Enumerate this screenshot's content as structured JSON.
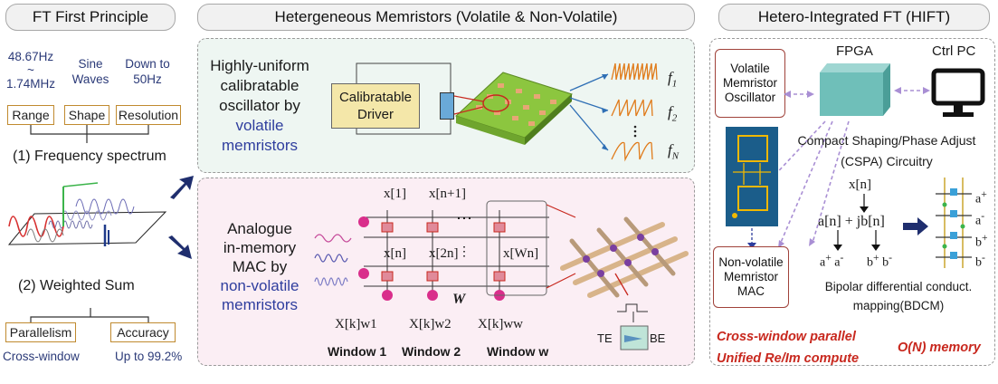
{
  "left": {
    "header": "FT First Principle",
    "freq_range": "48.67Hz\n~\n1.74MHz",
    "sine": "Sine\nWaves",
    "down_to": "Down to\n50Hz",
    "boxes": [
      "Range",
      "Shape",
      "Resolution"
    ],
    "label1": "(1) Frequency spectrum",
    "label2": "(2) Weighted Sum",
    "boxes2": [
      "Parallelism",
      "Accuracy"
    ],
    "cross_window": "Cross-window",
    "up_to": "Up to 99.2%"
  },
  "middle": {
    "header": "Hetergeneous Memristors (Volatile & Non-Volatile)",
    "top_text_lines": [
      "Highly-uniform",
      "calibratable",
      "oscillator by"
    ],
    "top_text_blue": [
      "volatile",
      "memristors"
    ],
    "driver": "Calibratable\nDriver",
    "f_labels": [
      "f",
      "f",
      "f"
    ],
    "f_subs": [
      "1",
      "2",
      "N"
    ],
    "bottom_text_lines": [
      "Analogue",
      "in-memory",
      "MAC by"
    ],
    "bottom_text_blue": [
      "non-volatile",
      "memristors"
    ],
    "x_top": [
      "x[1]",
      "x[n+1]",
      "x[n]",
      "x[2n]",
      "x[Wn]"
    ],
    "w_label": "W",
    "outputs": [
      "X[k]w1",
      "X[k]w2",
      "X[k]ww"
    ],
    "windows": [
      "Window 1",
      "Window 2",
      "Window w"
    ],
    "te": "TE",
    "be": "BE"
  },
  "right": {
    "header": "Hetero-Integrated FT (HIFT)",
    "volatile_box": "Volatile\nMemristor\nOscillator",
    "fpga": "FPGA",
    "ctrl_pc": "Ctrl PC",
    "cspa": "Compact Shaping/Phase Adjust\n(CSPA) Circuitry",
    "xn": "x[n]",
    "an_bn": "a[n] + jb[n]",
    "ab_labels": [
      "a+",
      "a-",
      "b+",
      "b-"
    ],
    "nonvol_box": "Non-volatile\nMemristor\nMAC",
    "bdcm": "Bipolar differential conduct.\nmapping(BDCM)",
    "cross_window": "Cross-window parallel",
    "unified": "Unified Re/Im compute",
    "on_memory": "O(N) memory"
  }
}
